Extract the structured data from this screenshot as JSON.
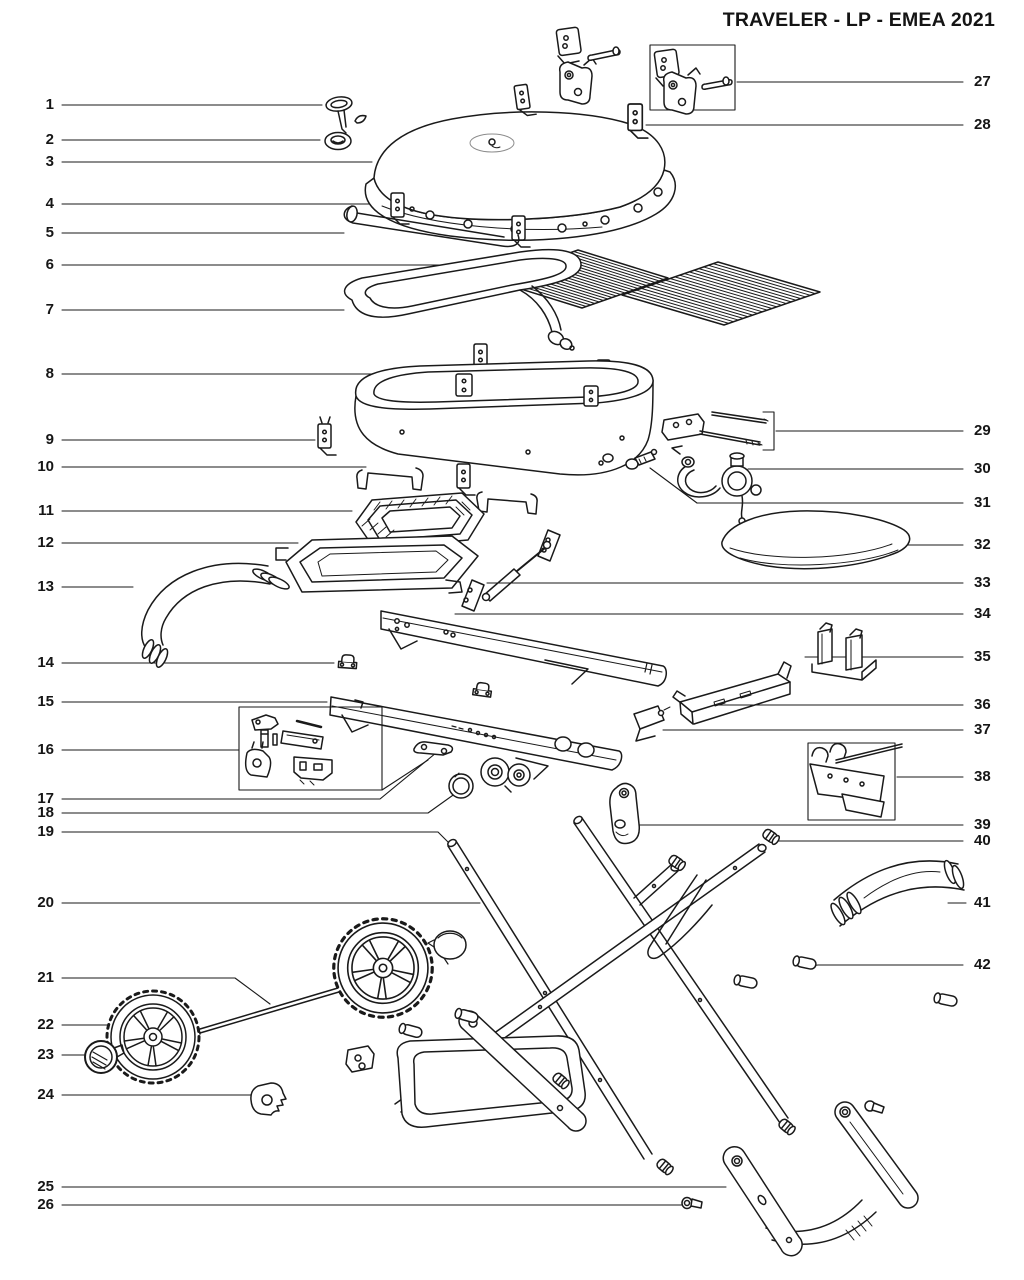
{
  "header": {
    "title": "TRAVELER - LP - EMEA 2021"
  },
  "colors": {
    "ink": "#1a1a1a",
    "background": "#ffffff"
  },
  "callouts": {
    "c1": "1",
    "c2": "2",
    "c3": "3",
    "c4": "4",
    "c5": "5",
    "c6": "6",
    "c7": "7",
    "c8": "8",
    "c9": "9",
    "c10": "10",
    "c11": "11",
    "c12": "12",
    "c13": "13",
    "c14": "14",
    "c15": "15",
    "c16": "16",
    "c17": "17",
    "c18": "18",
    "c19": "19",
    "c20": "20",
    "c21": "21",
    "c22": "22",
    "c23": "23",
    "c24": "24",
    "c25": "25",
    "c26": "26",
    "c27": "27",
    "c28": "28",
    "c29": "29",
    "c30": "30",
    "c31": "31",
    "c32": "32",
    "c33": "33",
    "c34": "34",
    "c35": "35",
    "c36": "36",
    "c37": "37",
    "c38": "38",
    "c39": "39",
    "c40": "40",
    "c41": "41",
    "c42": "42"
  }
}
